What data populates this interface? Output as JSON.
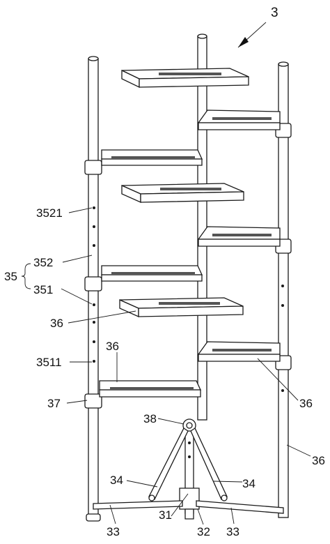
{
  "labels": {
    "assembly": "3",
    "hole_upper": "3521",
    "upper_tube": "352",
    "pole_group": "35",
    "lower_tube": "351",
    "tray_left_mid": "36",
    "hole_lower": "3511",
    "tray_bottom": "36",
    "clamp": "37",
    "hinge": "38",
    "strut_left": "34",
    "strut_right": "34",
    "tray_right_low": "36",
    "pole_right": "36",
    "base_hub": "31",
    "foot_left": "33",
    "foot_center": "32",
    "foot_right": "33"
  }
}
